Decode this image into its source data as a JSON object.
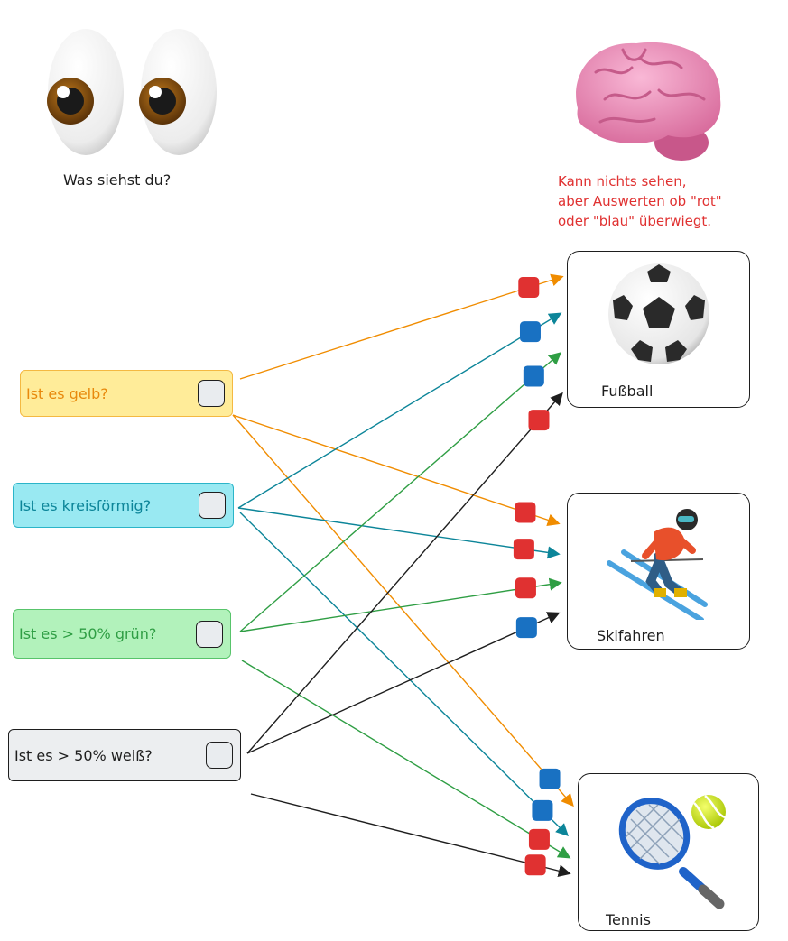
{
  "eyes": {
    "caption": "Was siehst du?"
  },
  "brain": {
    "note": "Kann nichts sehen,\naber Auswerten ob \"rot\"\noder \"blau\" überwiegt."
  },
  "questions": [
    {
      "label": "Ist es gelb?",
      "color": "#f08c00"
    },
    {
      "label": "Ist es kreisförmig?",
      "color": "#0c8599"
    },
    {
      "label": "Ist es > 50% grün?",
      "color": "#2f9e44"
    },
    {
      "label": "Ist es > 50% weiß?",
      "color": "#1e1e1e"
    }
  ],
  "categories": [
    {
      "label": "Fußball",
      "icon": "soccer-ball-icon"
    },
    {
      "label": "Skifahren",
      "icon": "skier-icon"
    },
    {
      "label": "Tennis",
      "icon": "tennis-racket-ball-icon"
    }
  ],
  "weight_colors": {
    "red": "#e03131",
    "blue": "#1971c2"
  },
  "connections": [
    {
      "from": 0,
      "to": 0,
      "weight": "red"
    },
    {
      "from": 0,
      "to": 1,
      "weight": "red"
    },
    {
      "from": 0,
      "to": 2,
      "weight": "blue"
    },
    {
      "from": 1,
      "to": 0,
      "weight": "blue"
    },
    {
      "from": 1,
      "to": 1,
      "weight": "red"
    },
    {
      "from": 1,
      "to": 2,
      "weight": "blue"
    },
    {
      "from": 2,
      "to": 0,
      "weight": "blue"
    },
    {
      "from": 2,
      "to": 1,
      "weight": "red"
    },
    {
      "from": 2,
      "to": 2,
      "weight": "red"
    },
    {
      "from": 3,
      "to": 0,
      "weight": "red"
    },
    {
      "from": 3,
      "to": 1,
      "weight": "blue"
    },
    {
      "from": 3,
      "to": 2,
      "weight": "red"
    }
  ]
}
